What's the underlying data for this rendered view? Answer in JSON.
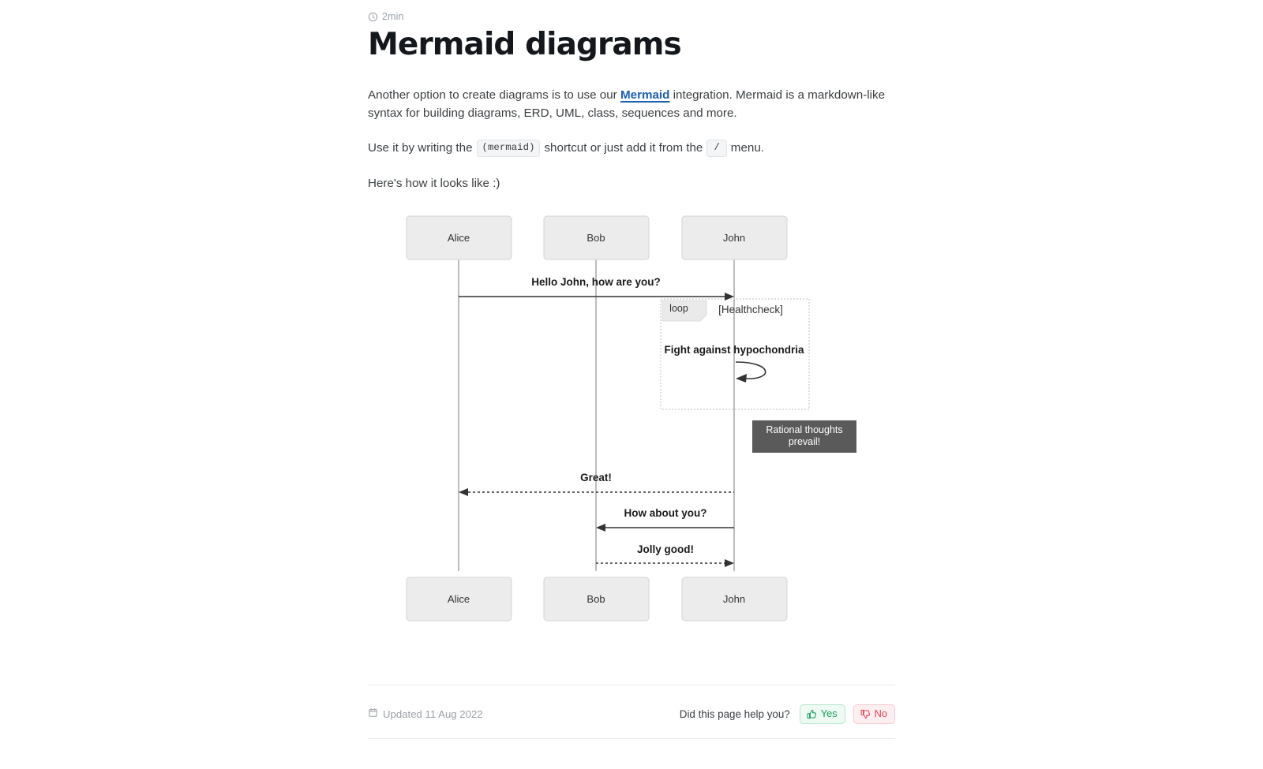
{
  "meta": {
    "read_time": "2min",
    "read_time_icon": "clock-icon"
  },
  "header": {
    "title": "Mermaid diagrams"
  },
  "body": {
    "p1_before": "Another option to create diagrams is to use our ",
    "p1_link": "Mermaid",
    "p1_after": " integration. Mermaid is a markdown-like syntax for building diagrams, ERD, UML, class, sequences and more.",
    "p2_before": "Use it by writing the",
    "p2_code1": "(mermaid)",
    "p2_middle": "shortcut or just add it from the",
    "p2_code2": "/",
    "p2_after": "menu.",
    "p3": "Here's how it looks like :)"
  },
  "diagram": {
    "type": "sequence",
    "participants": [
      "Alice",
      "Bob",
      "John"
    ],
    "messages": [
      {
        "from": "Alice",
        "to": "John",
        "label": "Hello John, how are you?",
        "style": "solid"
      },
      {
        "from": "John",
        "to": "Alice",
        "label": "Great!",
        "style": "dotted"
      },
      {
        "from": "John",
        "to": "Bob",
        "label": "How about you?",
        "style": "solid"
      },
      {
        "from": "Bob",
        "to": "John",
        "label": "Jolly good!",
        "style": "dotted"
      }
    ],
    "loop": {
      "keyword": "loop",
      "condition": "[Healthcheck]",
      "self_message": "Fight against hypochondria",
      "actor": "John"
    },
    "note": {
      "text_line1": "Rational thoughts",
      "text_line2": "prevail!",
      "position": "right of John"
    },
    "colors": {
      "actor_fill": "#ececec",
      "actor_stroke": "#d4d4d4",
      "line": "#333333",
      "lifeline": "#999999",
      "note_fill": "#5a5a5a",
      "note_text": "#ffffff",
      "loop_border": "#cccccc",
      "loop_label_fill": "#eaeaea"
    }
  },
  "footer": {
    "updated_icon": "calendar-icon",
    "updated_text": "Updated 11 Aug 2022",
    "help_question": "Did this page help you?",
    "yes_label": "Yes",
    "yes_icon": "thumbs-up-icon",
    "no_label": "No",
    "no_icon": "thumbs-down-icon",
    "yes_color": "#15a05a",
    "no_color": "#e8445a"
  }
}
